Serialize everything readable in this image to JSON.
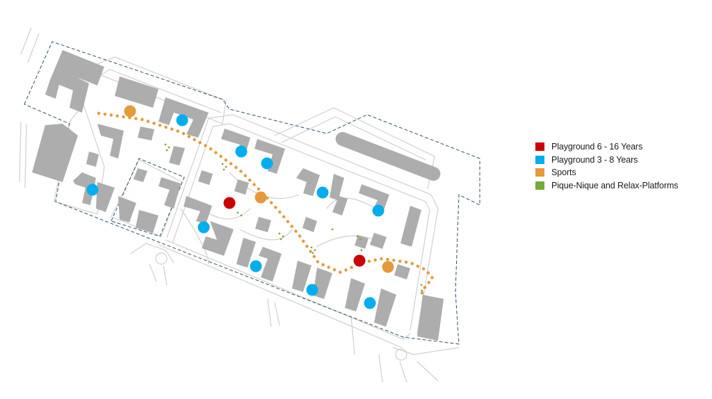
{
  "legend": {
    "items": [
      {
        "label": "Playground 6 - 16 Years",
        "color": "#cc0000"
      },
      {
        "label": "Playground 3 - 8 Years",
        "color": "#00aeef"
      },
      {
        "label": "Sports",
        "color": "#e59a3c"
      },
      {
        "label": "Pique-Nique and Relax-Platforms",
        "color": "#77aa3a"
      }
    ]
  },
  "colors": {
    "building": "#adadad",
    "street_line": "#cfcfcf",
    "boundary": "#2e4e6e",
    "path": "#e59a3c",
    "playground_large": "#cc0000",
    "playground_small": "#00aeef",
    "sports": "#e59a3c",
    "relax": "#77aa3a"
  },
  "markers": {
    "playground_6_16_count": 2,
    "playground_3_8_count": 10,
    "sports_count": 3
  }
}
